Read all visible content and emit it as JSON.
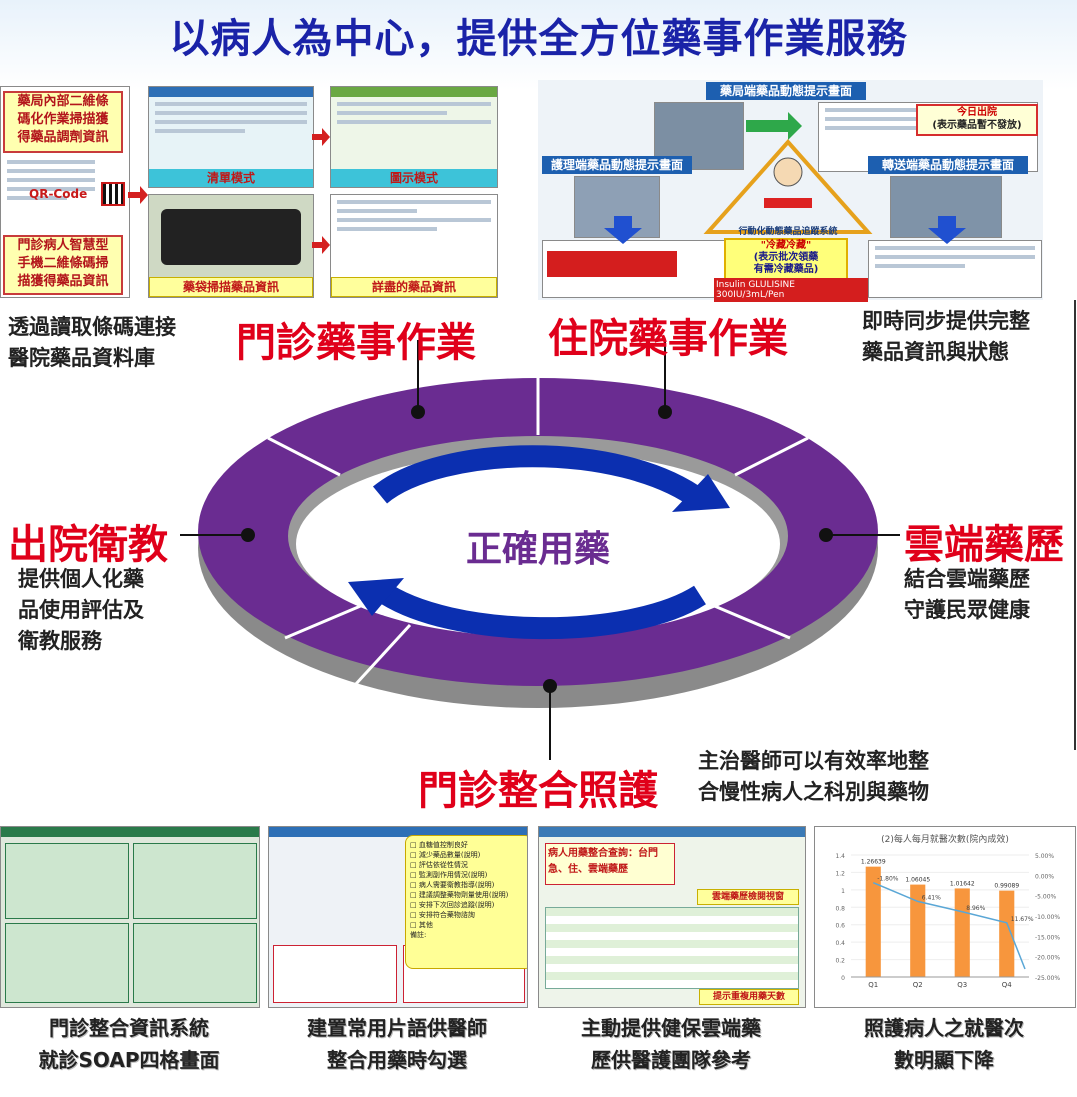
{
  "title": "以病人為中心，提供全方位藥事作業服務",
  "center": "正確用藥",
  "sections": {
    "outpatient": {
      "heading": "門診藥事作業",
      "desc_line1": "透過讀取條碼連接",
      "desc_line2": "醫院藥品資料庫"
    },
    "inpatient": {
      "heading": "住院藥事作業",
      "desc_line1": "即時同步提供完整",
      "desc_line2": "藥品資訊與狀態"
    },
    "discharge": {
      "heading": "出院衛教",
      "desc_line1": "提供個人化藥",
      "desc_line2": "品使用評估及",
      "desc_line3": "衛教服務"
    },
    "cloud": {
      "heading": "雲端藥歷",
      "desc_line1": "結合雲端藥歷",
      "desc_line2": "守護民眾健康"
    },
    "integrated": {
      "heading": "門診整合照護",
      "desc_line1": "主治醫師可以有效率地整",
      "desc_line2": "合慢性病人之科別與藥物"
    }
  },
  "top_left_images": {
    "box1_line1": "藥局內部二維條",
    "box1_line2": "碼化作業掃描獲",
    "box1_line3": "得藥品調劑資訊",
    "qr_label": "QR-Code",
    "box2_line1": "門診病人智慧型",
    "box2_line2": "手機二維條碼掃",
    "box2_line3": "描獲得藥品資訊",
    "label_list": "清單模式",
    "label_icon": "圖示模式",
    "label_bag": "藥袋掃描藥品資訊",
    "label_detail": "詳盡的藥品資訊"
  },
  "top_right_images": {
    "pharmacy_title": "藥局端藥品動態提示畫面",
    "nurse_title": "護理端藥品動態提示畫面",
    "transport_title": "轉送端藥品動態提示畫面",
    "today_line1": "今日出院",
    "today_line2": "(表示藥品暫不發放)",
    "cold_line1": "\"冷藏冷藏\"",
    "cold_line2": "(表示批次領藥",
    "cold_line3": "有需冷藏藥品)",
    "tag_text": "Insulin GLULISINE 300IU/3mL/Pen",
    "system_name": "行動化動態藥品追蹤系統"
  },
  "bottom": {
    "cap1_line1": "門診整合資訊系統",
    "cap1_line2": "就診SOAP四格畫面",
    "cap2_line1": "建置常用片語供醫師",
    "cap2_line2": "整合用藥時勾選",
    "cap3_line1": "主動提供健保雲端藥",
    "cap3_line2": "歷供醫護團隊參考",
    "cap4_line1": "照護病人之就醫次",
    "cap4_line2": "數明顯下降",
    "phrase_items": [
      "血糖值控制良好",
      "減少藥品數量(說明)",
      "評估依從性情況",
      "監測副作用情況(說明)",
      "病人需要衛教指導(說明)",
      "建議調整藥物劑量使用(說明)",
      "安排下次回診追蹤(說明)",
      "安排符合藥物諮詢",
      "其他"
    ],
    "phrase_note": "備註:",
    "cloud_note_line1": "病人用藥整合查詢：台門",
    "cloud_note_line2": "急、住、雲端藥歷",
    "cloud_tag1": "雲端藥歷檢閱視窗",
    "cloud_tag2": "提示重複用藥天數"
  },
  "chart_data": {
    "type": "bar",
    "title": "(2)每人每月就醫次數(院內成效)",
    "categories": [
      "Q1",
      "Q2",
      "Q3",
      "Q4"
    ],
    "values": [
      1.26639,
      1.06045,
      1.01642,
      0.99089
    ],
    "value_labels": [
      "1.26639",
      "1.06045",
      "1.01642",
      "0.99089"
    ],
    "line_series": [
      -1.8,
      -6.41,
      -8.96,
      -11.67
    ],
    "line_labels": [
      "-1.80%",
      "6.41%",
      "8.96%",
      "11.67%"
    ],
    "ylim": [
      0,
      1.4
    ],
    "yticks": [
      "0",
      "0.2",
      "0.4",
      "0.6",
      "0.8",
      "1",
      "1.2",
      "1.4"
    ],
    "y2ticks": [
      "5.00%",
      "0.00%",
      "-5.00%",
      "-10.00%",
      "-15.00%",
      "-20.00%",
      "-25.00%"
    ],
    "bar_color": "#f7963d",
    "line_color": "#5aa7d6"
  },
  "colors": {
    "title": "#1a23a8",
    "ring": "#6a2c91",
    "heading_red": "#e0001a",
    "arrow_blue": "#0b2fb0"
  }
}
